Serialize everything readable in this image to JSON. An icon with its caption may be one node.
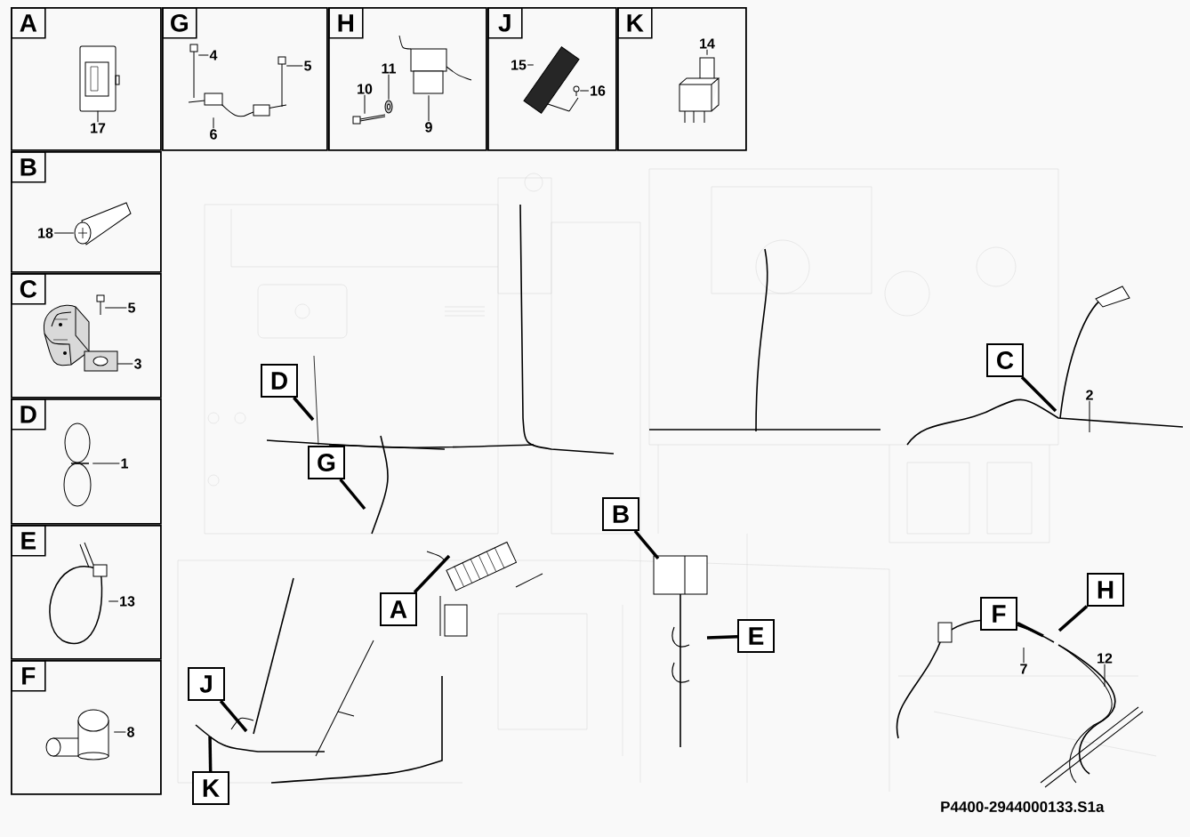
{
  "diagram": {
    "nodes": [
      {
        "text": [
          "A"
        ]
      },
      {
        "text": [
          "G"
        ]
      },
      {
        "text": [
          "H"
        ]
      },
      {
        "text": [
          "J"
        ]
      },
      {
        "text": [
          "K"
        ]
      },
      {
        "text": [
          "B"
        ]
      },
      {
        "text": [
          "C"
        ]
      },
      {
        "text": [
          "D"
        ]
      },
      {
        "text": [
          "E"
        ]
      },
      {
        "text": [
          "F"
        ]
      },
      {
        "text": [
          "17"
        ],
        "in": 0
      },
      {
        "text": [
          "4"
        ],
        "in": 1
      },
      {
        "text": [
          "5"
        ],
        "in": 1
      },
      {
        "text": [
          "6"
        ],
        "in": 1
      },
      {
        "text": [
          "10"
        ],
        "in": 2
      },
      {
        "text": [
          "11"
        ],
        "in": 2
      },
      {
        "text": [
          "9"
        ],
        "in": 2
      },
      {
        "text": [
          "15"
        ],
        "in": 3
      },
      {
        "text": [
          "16"
        ],
        "in": 3
      },
      {
        "text": [
          "14"
        ],
        "in": 4
      },
      {
        "text": [
          "18"
        ],
        "in": 5
      },
      {
        "text": [
          "5"
        ],
        "in": 6
      },
      {
        "text": [
          "3"
        ],
        "in": 6
      },
      {
        "text": [
          "1"
        ],
        "in": 7
      },
      {
        "text": [
          "13"
        ],
        "in": 8
      },
      {
        "text": [
          "8"
        ],
        "in": 9
      },
      {
        "text": [
          "D"
        ]
      },
      {
        "text": [
          "G"
        ]
      },
      {
        "text": [
          "A"
        ]
      },
      {
        "text": [
          "B"
        ]
      },
      {
        "text": [
          "E"
        ]
      },
      {
        "text": [
          "C"
        ]
      },
      {
        "text": [
          "F"
        ]
      },
      {
        "text": [
          "H"
        ]
      },
      {
        "text": [
          "J"
        ]
      },
      {
        "text": [
          "K"
        ]
      },
      {
        "text": [
          "2"
        ]
      },
      {
        "text": [
          "7"
        ]
      },
      {
        "text": [
          "12"
        ]
      },
      {
        "text": [],
        "shape": "picture",
        "in": 0
      },
      {
        "text": [],
        "shape": "picture",
        "in": 1
      },
      {
        "text": [],
        "shape": "picture",
        "in": 1
      },
      {
        "text": [],
        "shape": "picture",
        "in": 1
      },
      {
        "text": [],
        "shape": "picture",
        "in": 2
      },
      {
        "text": [],
        "shape": "picture",
        "in": 2
      },
      {
        "text": [],
        "shape": "picture",
        "in": 2
      },
      {
        "text": [],
        "shape": "picture",
        "in": 3
      },
      {
        "text": [],
        "shape": "picture",
        "in": 3
      },
      {
        "text": [],
        "shape": "picture",
        "in": 4
      },
      {
        "text": [],
        "shape": "picture",
        "in": 5
      },
      {
        "text": [],
        "shape": "picture",
        "in": 6
      },
      {
        "text": [],
        "shape": "picture",
        "in": 6
      },
      {
        "text": [],
        "shape": "picture",
        "in": 7
      },
      {
        "text": [],
        "shape": "picture",
        "in": 8
      },
      {
        "text": [],
        "shape": "picture",
        "in": 9
      }
    ],
    "edges": [
      {
        "from": 10,
        "to": 39,
        "arrow": "none"
      },
      {
        "from": 11,
        "to": 40,
        "arrow": "none"
      },
      {
        "from": 12,
        "to": 41,
        "arrow": "none"
      },
      {
        "from": 13,
        "to": 42,
        "arrow": "none"
      },
      {
        "from": 14,
        "to": 43,
        "arrow": "none"
      },
      {
        "from": 15,
        "to": 44,
        "arrow": "none"
      },
      {
        "from": 16,
        "to": 45,
        "arrow": "none"
      },
      {
        "from": 17,
        "to": 46,
        "arrow": "none"
      },
      {
        "from": 18,
        "to": 47,
        "arrow": "none"
      },
      {
        "from": 19,
        "to": 48,
        "arrow": "none"
      },
      {
        "from": 20,
        "to": 49,
        "arrow": "none"
      },
      {
        "from": 21,
        "to": 50,
        "arrow": "none"
      },
      {
        "from": 22,
        "to": 51,
        "arrow": "none"
      },
      {
        "from": 23,
        "to": 52,
        "arrow": "none"
      },
      {
        "from": 24,
        "to": 53,
        "arrow": "none"
      },
      {
        "from": 25,
        "to": 54,
        "arrow": "none"
      },
      {
        "from": 26,
        "to": null,
        "arrow": "none",
        "style": "thick"
      },
      {
        "from": 27,
        "to": null,
        "arrow": "none",
        "style": "thick"
      },
      {
        "from": 28,
        "to": null,
        "arrow": "none",
        "style": "thick"
      },
      {
        "from": 29,
        "to": null,
        "arrow": "none",
        "style": "thick"
      },
      {
        "from": 30,
        "to": null,
        "arrow": "none",
        "style": "thick"
      },
      {
        "from": 31,
        "to": null,
        "arrow": "none",
        "style": "thick"
      },
      {
        "from": 32,
        "to": null,
        "arrow": "none",
        "style": "thick"
      },
      {
        "from": 33,
        "to": null,
        "arrow": "none",
        "style": "thick"
      },
      {
        "from": 34,
        "to": null,
        "arrow": "none",
        "style": "thick"
      },
      {
        "from": 35,
        "to": null,
        "arrow": "none",
        "style": "thick"
      },
      {
        "from": 36,
        "to": null,
        "arrow": "none"
      },
      {
        "from": 37,
        "to": null,
        "arrow": "none"
      },
      {
        "from": 38,
        "to": null,
        "arrow": "none"
      }
    ],
    "labels": [
      "P4400-2944000133.S1a"
    ]
  }
}
